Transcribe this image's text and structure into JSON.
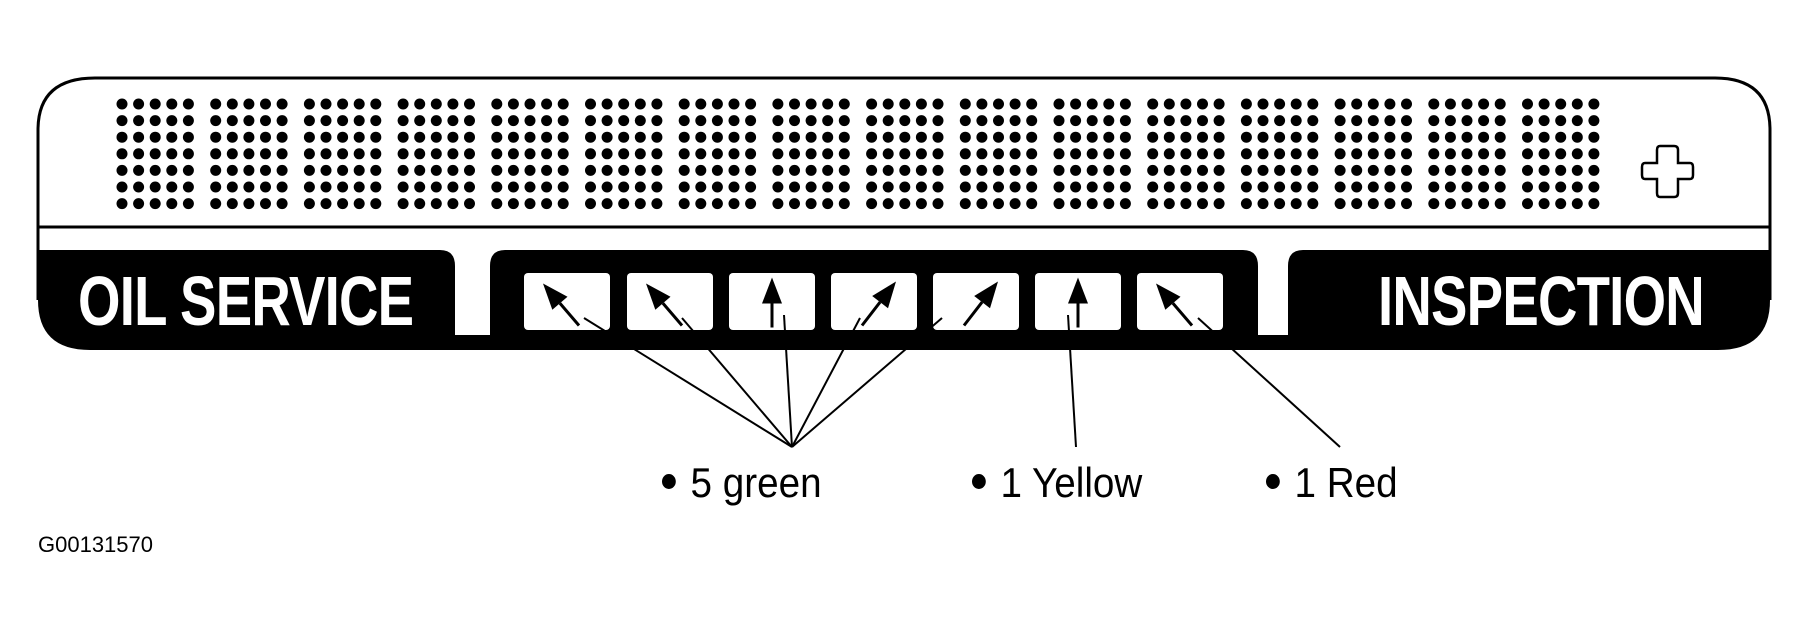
{
  "display": {
    "dot_matrix": {
      "blocks": 16,
      "columns_per_block": 5,
      "rows_per_block": 7
    },
    "plus_icon": "plus-outline-icon",
    "left_label": "OIL SERVICE",
    "right_label": "INSPECTION",
    "indicators": [
      {
        "index": 1,
        "arrow": "up-left",
        "color_group": "green"
      },
      {
        "index": 2,
        "arrow": "up-left",
        "color_group": "green"
      },
      {
        "index": 3,
        "arrow": "up",
        "color_group": "green"
      },
      {
        "index": 4,
        "arrow": "up-right",
        "color_group": "green"
      },
      {
        "index": 5,
        "arrow": "up-right",
        "color_group": "green"
      },
      {
        "index": 6,
        "arrow": "up",
        "color_group": "yellow"
      },
      {
        "index": 7,
        "arrow": "up-left",
        "color_group": "red"
      }
    ]
  },
  "legend": [
    {
      "label": "5 green",
      "count": 5,
      "color": "green"
    },
    {
      "label": "1 Yellow",
      "count": 1,
      "color": "yellow"
    },
    {
      "label": "1 Red",
      "count": 1,
      "color": "red"
    }
  ],
  "figure_code": "G00131570",
  "colors": {
    "ink": "#000000",
    "paper": "#ffffff"
  }
}
